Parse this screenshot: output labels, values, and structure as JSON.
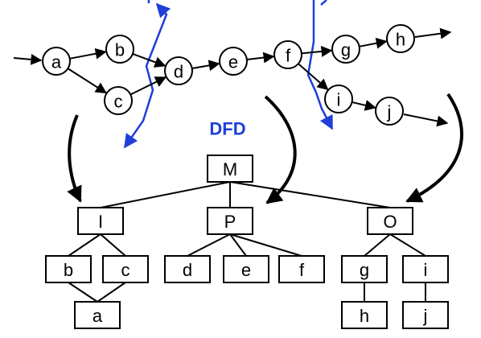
{
  "colors": {
    "ink": "#000000",
    "accent": "#1f3fd6",
    "background": "#ffffff"
  },
  "dfd": {
    "label": "DFD",
    "nodes": [
      {
        "id": "a",
        "label": "a"
      },
      {
        "id": "b",
        "label": "b"
      },
      {
        "id": "c",
        "label": "c"
      },
      {
        "id": "d",
        "label": "d"
      },
      {
        "id": "e",
        "label": "e"
      },
      {
        "id": "f",
        "label": "f"
      },
      {
        "id": "g",
        "label": "g"
      },
      {
        "id": "h",
        "label": "h"
      },
      {
        "id": "i",
        "label": "i"
      },
      {
        "id": "j",
        "label": "j"
      }
    ],
    "flows": [
      [
        "a",
        "b"
      ],
      [
        "a",
        "c"
      ],
      [
        "b",
        "d"
      ],
      [
        "c",
        "d"
      ],
      [
        "d",
        "e"
      ],
      [
        "e",
        "f"
      ],
      [
        "f",
        "g"
      ],
      [
        "g",
        "h"
      ],
      [
        "f",
        "i"
      ],
      [
        "i",
        "j"
      ]
    ]
  },
  "structure_chart": {
    "modules": [
      {
        "id": "M",
        "label": "M"
      },
      {
        "id": "I",
        "label": "I"
      },
      {
        "id": "P",
        "label": "P"
      },
      {
        "id": "O",
        "label": "O"
      },
      {
        "id": "b2",
        "label": "b"
      },
      {
        "id": "c2",
        "label": "c"
      },
      {
        "id": "a2",
        "label": "a"
      },
      {
        "id": "d2",
        "label": "d"
      },
      {
        "id": "e2",
        "label": "e"
      },
      {
        "id": "f2",
        "label": "f"
      },
      {
        "id": "g2",
        "label": "g"
      },
      {
        "id": "i2",
        "label": "i"
      },
      {
        "id": "h2",
        "label": "h"
      },
      {
        "id": "j2",
        "label": "j"
      }
    ]
  }
}
